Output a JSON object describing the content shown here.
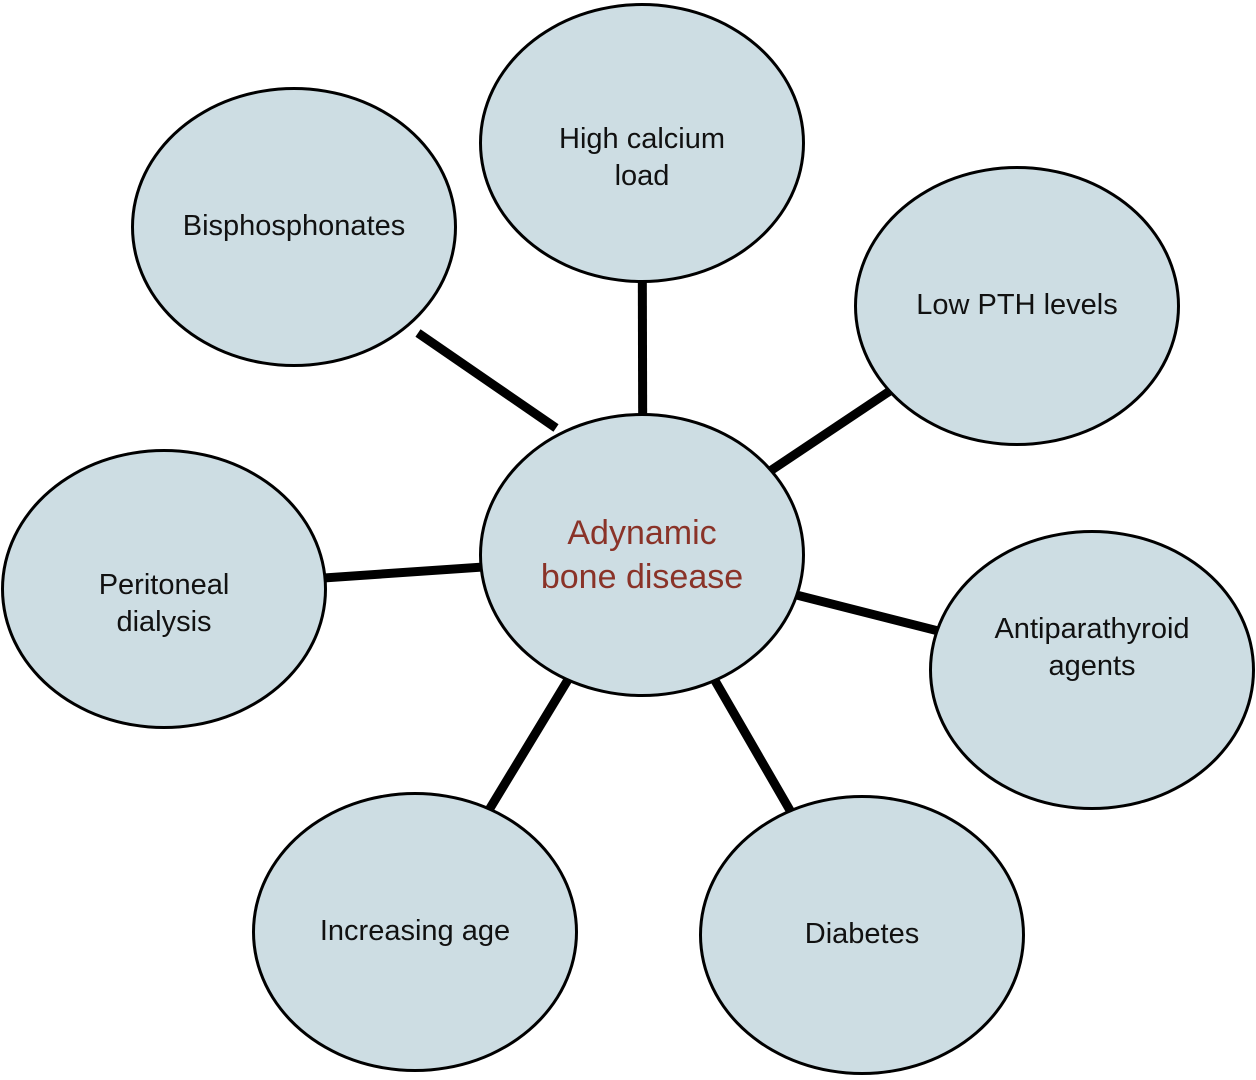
{
  "diagram": {
    "type": "radial-concept-map",
    "topic": "Adynamic bone disease",
    "background": "#ffffff"
  },
  "nodes": {
    "center": {
      "label": "Adynamic\nbone disease"
    },
    "bisphosphonates": {
      "label": "Bisphosphonates"
    },
    "high_calcium": {
      "label": "High calcium\nload"
    },
    "low_pth": {
      "label": "Low PTH levels"
    },
    "antiparathyroid": {
      "label": "Antiparathyroid\nagents"
    },
    "diabetes": {
      "label": "Diabetes"
    },
    "increasing_age": {
      "label": "Increasing age"
    },
    "peritoneal": {
      "label": "Peritoneal\ndialysis"
    }
  },
  "edges": [
    {
      "from": "center",
      "to": "bisphosphonates"
    },
    {
      "from": "center",
      "to": "high_calcium"
    },
    {
      "from": "center",
      "to": "low_pth"
    },
    {
      "from": "center",
      "to": "antiparathyroid"
    },
    {
      "from": "center",
      "to": "diabetes"
    },
    {
      "from": "center",
      "to": "increasing_age"
    },
    {
      "from": "center",
      "to": "peritoneal"
    }
  ],
  "colors": {
    "node_fill": "#cddde3",
    "node_stroke": "#000000",
    "connector": "#000000",
    "center_text": "#8a3328",
    "node_text": "#111111",
    "background": "#ffffff"
  }
}
